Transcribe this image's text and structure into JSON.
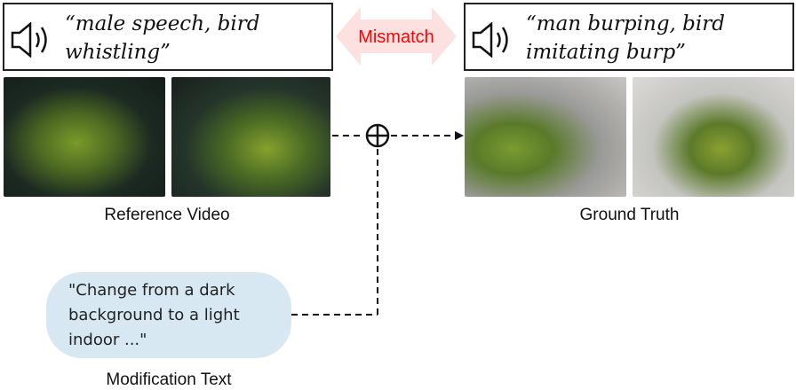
{
  "reference_audio": "“male speech, bird whistling”",
  "target_audio": "“man burping, bird imitating burp”",
  "mismatch_label": "Mismatch",
  "reference_caption": "Reference Video",
  "target_caption": "Ground Truth",
  "modification_text": "\"Change from a dark background to a light indoor ...\"",
  "modification_caption": "Modification Text",
  "colors": {
    "mismatch_text": "#ff0000",
    "mismatch_arrow": "#fde0e0",
    "bubble": "#d8e8f3"
  }
}
